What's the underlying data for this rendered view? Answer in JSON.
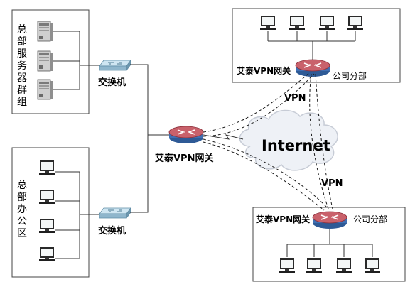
{
  "hq_server_group": {
    "label_chars": [
      "总",
      "部",
      "服",
      "务",
      "器",
      "群",
      "组"
    ]
  },
  "hq_office": {
    "label_chars": [
      "总",
      "部",
      "办",
      "公",
      "区"
    ]
  },
  "switch_top": {
    "label": "交换机"
  },
  "switch_bottom": {
    "label": "交换机"
  },
  "hq_gateway": {
    "label": "艾泰VPN网关"
  },
  "internet": {
    "label": "Internet"
  },
  "branch_top": {
    "gateway_label": "艾泰VPN网关",
    "branch_label": "公司分部"
  },
  "branch_bottom": {
    "gateway_label": "艾泰VPN网关",
    "branch_label": "公司分部"
  },
  "vpn_labels": {
    "top": "VPN",
    "bottom": "VPN"
  },
  "colors": {
    "router_top": "#c9616b",
    "router_bottom": "#3f6fb3",
    "switch_top": "#cfe6f2",
    "cloud_fill": "#eef1f6",
    "monitor_screen": "#f4f7f7",
    "server_body": "#cfcfcf"
  }
}
